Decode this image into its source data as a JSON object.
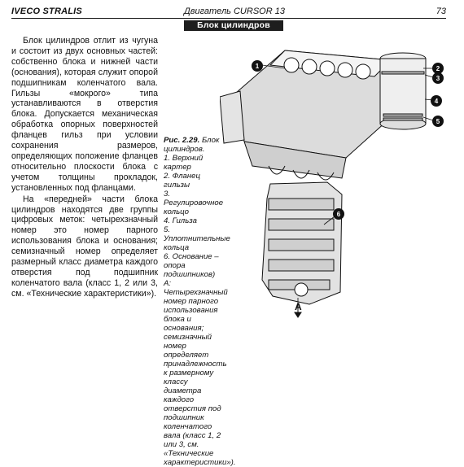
{
  "header": {
    "left": "IVECO STRALIS",
    "center": "Двигатель CURSOR 13",
    "page_number": "73"
  },
  "section_title": "Блок цилиндров",
  "body": {
    "paragraphs": [
      "Блок цилиндров отлит из чугуна и состоит из двух основных частей: собственно блока и нижней части (основания), которая служит опорой подшипникам коленчатого вала. Гильзы «мокрого» типа устанавливаются в отверстия блока. Допускается механическая обработка опорных поверхностей фланцев гильз при условии сохранения размеров, определяющих положение фланцев относительно плоскости блока с учетом толщины прокладок, установленных под фланцами.",
      "На «передней» части блока цилиндров находятся две группы цифровых меток: четырехзначный номер это номер парного использования блока и основания; семизначный номер определяет размерный класс диаметра каждого отверстия под подшипник коленчатого вала (класс 1, 2 или 3, см. «Технические характеристики»)."
    ]
  },
  "figure": {
    "caption_title": "Рис. 2.29.",
    "caption_subtitle": "Блок цилиндров.",
    "items": [
      "1. Верхний картер",
      "2. Фланец гильзы",
      "3. Регулировочное кольцо",
      "4. Гильза",
      "5. Уплотнительные кольца",
      "6. Основание – опора подшипников)"
    ],
    "note": "А: Четырехзначный номер парного использования блока и основания; семизначный номер определяет принадлежность к размерному классу диаметра каждого отверстия под подшипник коленчатого вала (класс 1, 2 или 3, см. «Технические характеристики»).",
    "callouts": [
      "1",
      "2",
      "3",
      "4",
      "5",
      "6"
    ],
    "view_label": "A"
  }
}
